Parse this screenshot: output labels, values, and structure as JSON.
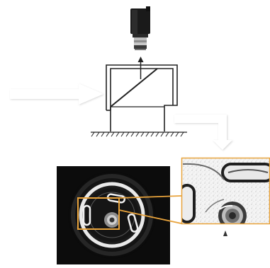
{
  "diagram": {
    "components": [
      {
        "id": "camera",
        "icon": "industrial-camera-icon"
      },
      {
        "id": "enclosure",
        "icon": "beam-splitter-housing-icon"
      },
      {
        "id": "ground",
        "icon": "hatched-ground-icon"
      },
      {
        "id": "light-input",
        "icon": "thick-right-arrow-icon"
      },
      {
        "id": "output-path",
        "icon": "bent-down-arrow-icon"
      },
      {
        "id": "captured-part",
        "icon": "circular-part-image-icon"
      },
      {
        "id": "zoom-detail",
        "icon": "magnified-detail-icon"
      }
    ],
    "colors": {
      "line": "#222222",
      "arrow_fill": "#ffffff",
      "arrow_shadow": "#d9d9d9",
      "highlight": "#e8a33c",
      "image_bg": "#0c0c0c",
      "camera_body": "#1a1a1a"
    }
  }
}
